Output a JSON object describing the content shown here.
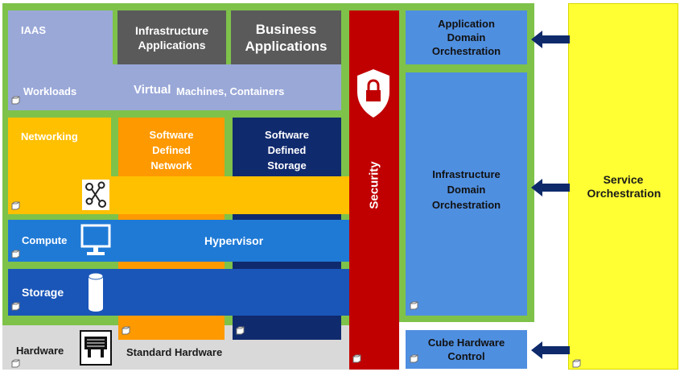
{
  "blocks": {
    "iaas": "IAAS",
    "infra_apps": "Infrastructure Applications",
    "business_apps": "Business Applications",
    "workloads": "Workloads",
    "virtual": "Virtual",
    "machines_containers": "Machines,  Containers",
    "networking": "Networking",
    "sdn": "Software Defined Network",
    "sds": "Software Defined Storage",
    "compute": "Compute",
    "hypervisor": "Hypervisor",
    "storage": "Storage",
    "hardware": "Hardware",
    "standard_hardware": "Standard Hardware",
    "security": "Security",
    "app_domain_orch": "Application Domain Orchestration",
    "infra_domain_orch": "Infrastructure Domain Orchestration",
    "cube_hw_control": "Cube Hardware Control",
    "service_orch": "Service Orchestration"
  },
  "icons": [
    "cube-icon",
    "shield-lock-icon",
    "network-nodes-icon",
    "monitor-icon",
    "disk-cylinder-icon",
    "server-hardware-icon",
    "arrow-left-icon"
  ],
  "colors": {
    "green_frame": "#7ec24a",
    "lavender": "#9aa8d8",
    "gray_dark": "#5a5a5a",
    "security_red": "#c00000",
    "orchestration_blue": "#4f8fe0",
    "yellow": "#ffff33",
    "networking_yellow": "#ffc000",
    "sdn_orange": "#ff9900",
    "sds_navy": "#102a6e",
    "compute_blue": "#1f7ad6",
    "storage_blue": "#1a56b8",
    "hardware_gray": "#d9d9d9",
    "arrow_navy": "#0e2a6b"
  }
}
